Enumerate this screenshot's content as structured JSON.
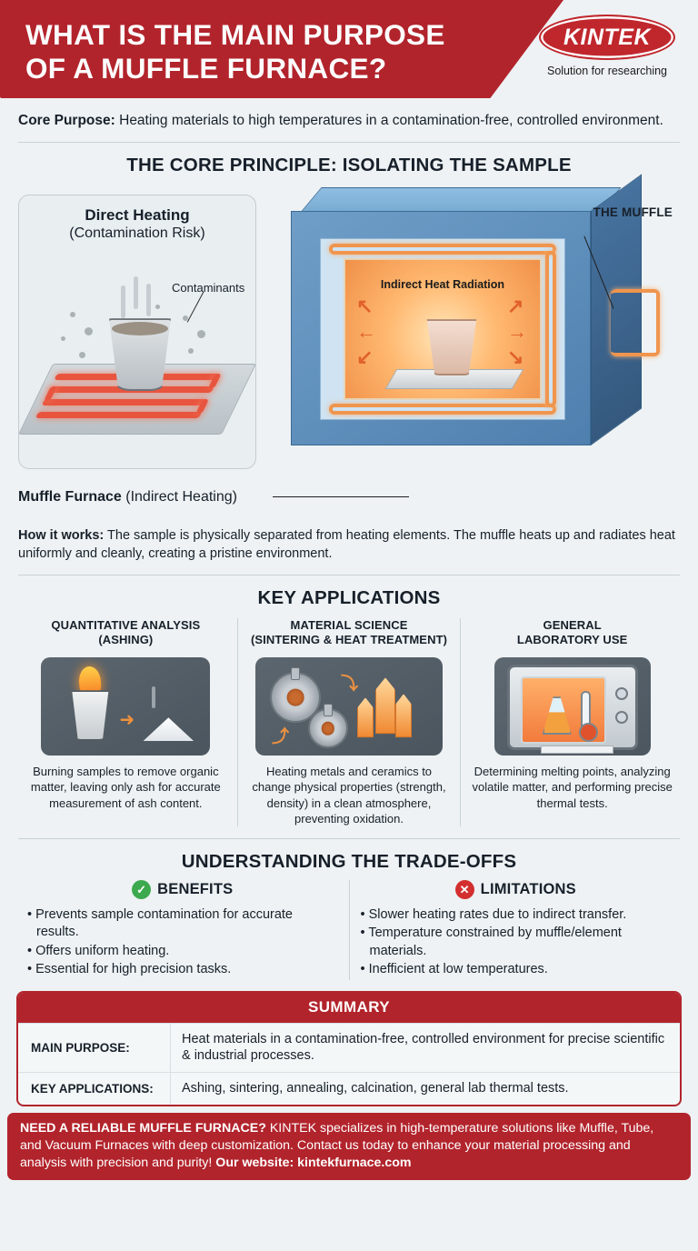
{
  "header": {
    "title_line1": "WHAT IS THE MAIN PURPOSE",
    "title_line2": "OF A MUFFLE FURNACE?",
    "logo_text": "KINTEK",
    "logo_tagline": "Solution for researching"
  },
  "core_purpose": {
    "label": "Core Purpose:",
    "text": " Heating materials to high temperatures in a contamination-free, controlled environment."
  },
  "principle": {
    "section_title": "THE CORE PRINCIPLE: ISOLATING THE SAMPLE",
    "direct_title": "Direct Heating",
    "direct_sub": "(Contamination Risk)",
    "contaminants_label": "Contaminants",
    "muffle_label": "THE MUFFLE",
    "indirect_heat_label": "Indirect Heat Radiation",
    "muffle_caption_bold": "Muffle Furnace",
    "muffle_caption_rest": " (Indirect Heating)",
    "how_label": "How it works:",
    "how_text": " The sample is physically separated from heating elements. The muffle heats up and radiates heat uniformly and cleanly, creating a pristine environment."
  },
  "applications": {
    "section_title": "KEY APPLICATIONS",
    "items": [
      {
        "head_line1": "QUANTITATIVE ANALYSIS",
        "head_line2": "(ASHING)",
        "desc": "Burning samples to remove organic matter, leaving only ash for accurate measurement of ash content."
      },
      {
        "head_line1": "MATERIAL SCIENCE",
        "head_line2": "(SINTERING & HEAT TREATMENT)",
        "desc": "Heating metals and ceramics to change physical properties (strength, density) in a clean atmosphere, preventing oxidation."
      },
      {
        "head_line1": "GENERAL",
        "head_line2": "LABORATORY USE",
        "desc": "Determining melting points, analyzing volatile matter, and performing precise thermal tests."
      }
    ]
  },
  "tradeoffs": {
    "section_title": "UNDERSTANDING THE TRADE-OFFS",
    "benefits_title": "BENEFITS",
    "limitations_title": "LIMITATIONS",
    "benefits": [
      "Prevents sample contamination for accurate results.",
      "Offers uniform heating.",
      "Essential for high precision tasks."
    ],
    "limitations": [
      "Slower heating rates due to indirect transfer.",
      "Temperature constrained by muffle/element materials.",
      "Inefficient at low temperatures."
    ]
  },
  "summary": {
    "title": "SUMMARY",
    "rows": [
      {
        "key": "MAIN PURPOSE:",
        "value": "Heat materials in a contamination-free, controlled environment for precise scientific & industrial processes."
      },
      {
        "key": "KEY APPLICATIONS:",
        "value": "Ashing, sintering, annealing, calcination, general lab thermal tests."
      }
    ]
  },
  "cta": {
    "bold_lead": "NEED A RELIABLE MUFFLE FURNACE?",
    "text": " KINTEK specializes in high-temperature solutions like Muffle, Tube, and Vacuum Furnaces with deep customization. Contact us today to enhance your material processing and analysis with precision and purity! ",
    "website_bold": "Our website: kintekfurnace.com"
  },
  "colors": {
    "brand_red": "#b2242c",
    "background": "#eef2f4",
    "benefit_green": "#3da94e",
    "limitation_red": "#d32f2f"
  }
}
